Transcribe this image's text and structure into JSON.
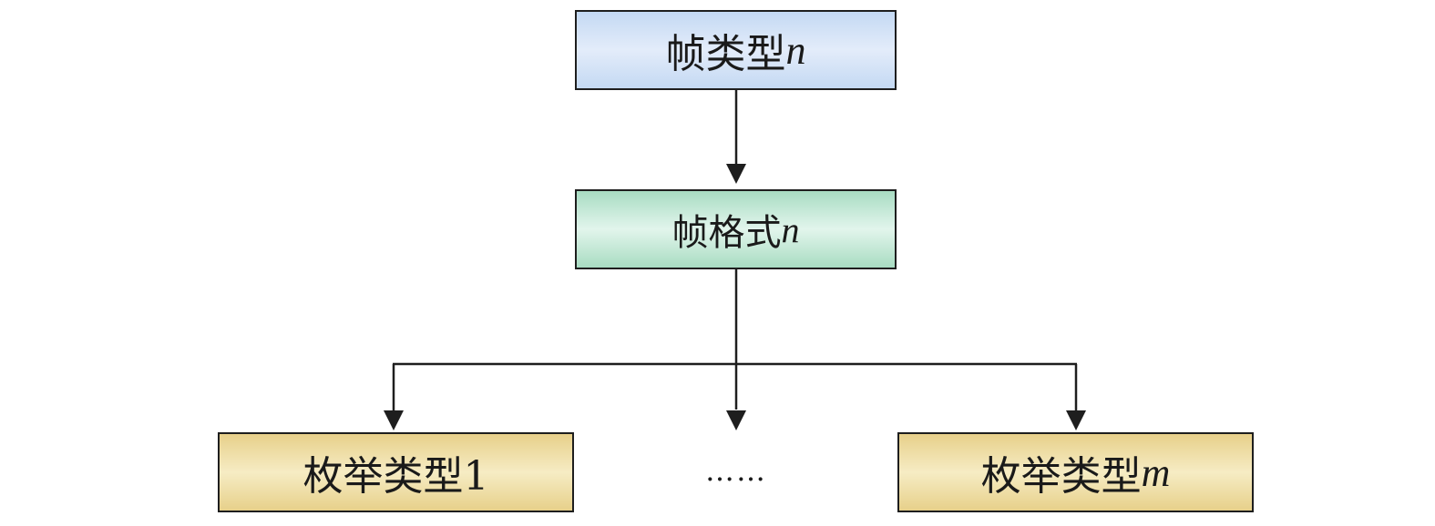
{
  "nodes": {
    "frame_type": {
      "label": "帧类型",
      "var": "n"
    },
    "frame_format": {
      "label": "帧格式",
      "var": "n"
    },
    "enum_first": {
      "label": "枚举类型1",
      "var": ""
    },
    "ellipsis": "……",
    "enum_last": {
      "label": "枚举类型",
      "var": "m"
    }
  },
  "colors": {
    "frame_type_fill": "#c4d9f3",
    "frame_format_fill": "#a8dcc2",
    "enum_fill": "#e7d08a",
    "stroke": "#1e1e1e"
  }
}
